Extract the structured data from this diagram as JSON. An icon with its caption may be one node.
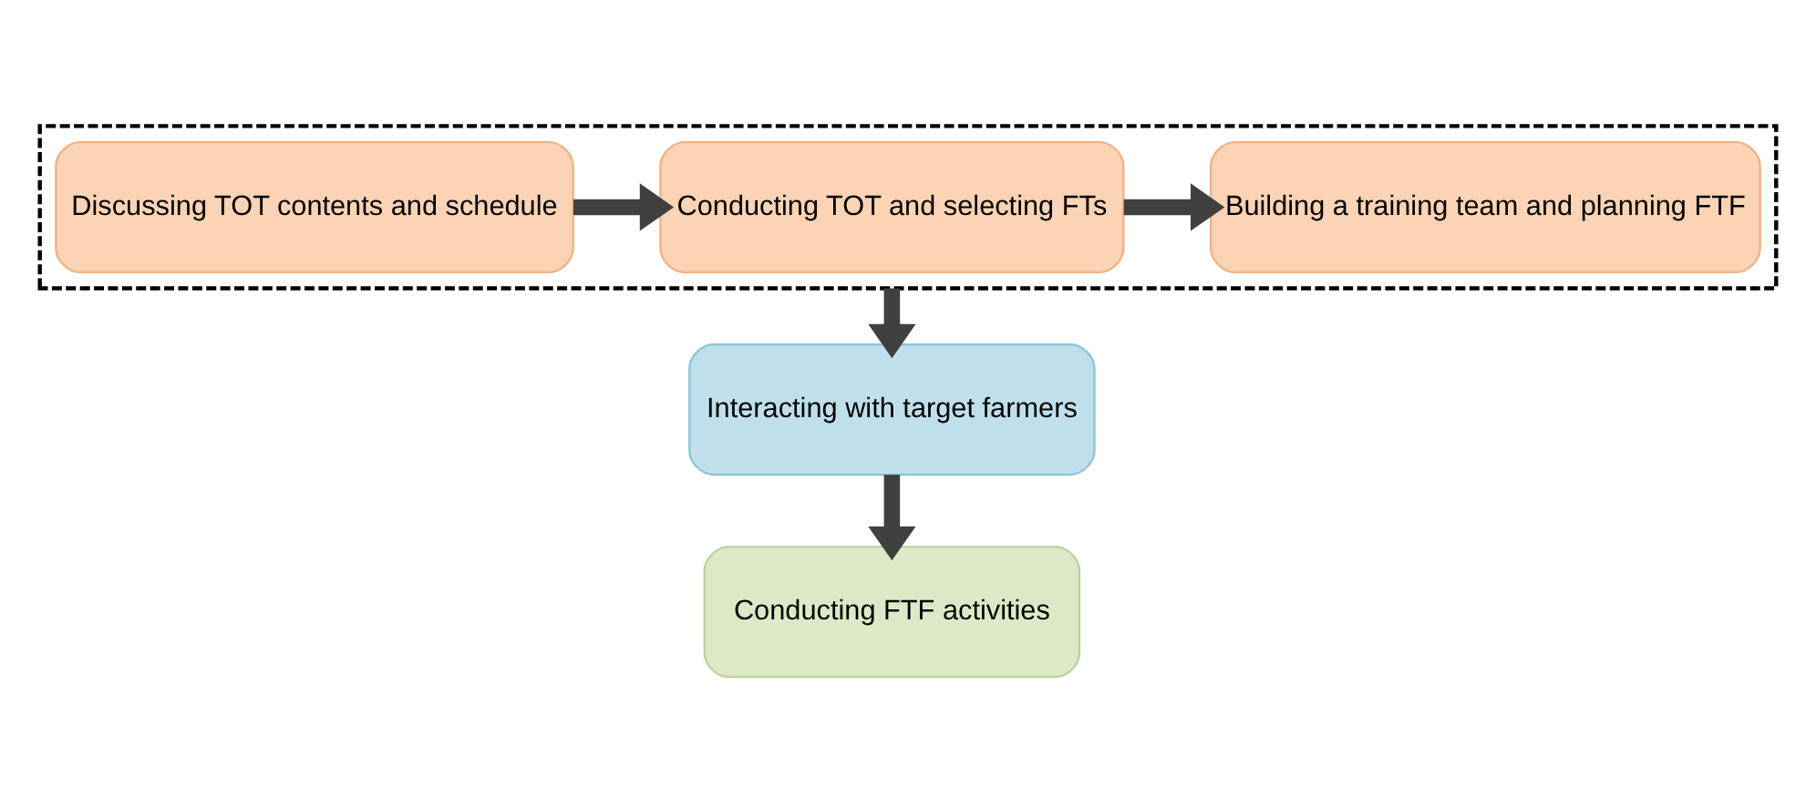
{
  "diagram": {
    "nodes": [
      {
        "text": [],
        "shape": "box"
      },
      {
        "text": [
          "Discussing TOT contents and schedule"
        ],
        "in": 0
      },
      {
        "text": [
          "Conducting TOT and selecting FTs"
        ],
        "in": 0
      },
      {
        "text": [
          "Building a training team and planning FTF"
        ],
        "in": 0
      },
      {
        "text": [
          "Interacting with target farmers"
        ]
      },
      {
        "text": [
          "Conducting FTF activities"
        ]
      }
    ],
    "edges": [
      {
        "from": 1,
        "to": 2,
        "arrow": "to"
      },
      {
        "from": 2,
        "to": 3,
        "arrow": "to"
      },
      {
        "from": 0,
        "to": 4,
        "arrow": "to"
      },
      {
        "from": 4,
        "to": 5,
        "arrow": "to"
      }
    ]
  }
}
